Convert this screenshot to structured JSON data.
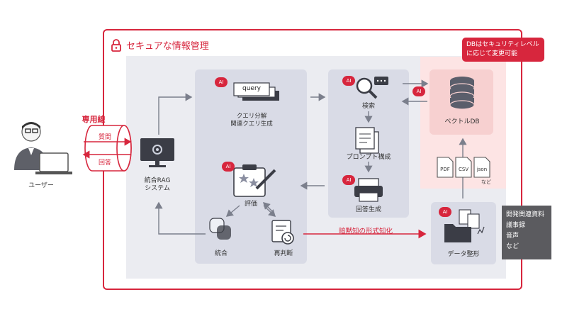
{
  "secure_zone": {
    "title": "セキュアな情報管理"
  },
  "db_callout": {
    "line1": "DBはセキュリティレベル",
    "line2": "に応じて変更可能"
  },
  "user": {
    "label": "ユーザー"
  },
  "dedicated_line": {
    "label": "専用線",
    "question": "質問",
    "answer": "回答"
  },
  "rag_system": {
    "line1": "統合RAG",
    "line2": "システム"
  },
  "query_block": {
    "query_text": "query",
    "line1": "クエリ分解",
    "line2": "関連クエリ生成"
  },
  "evaluation": {
    "label": "評価",
    "merge": "統合",
    "rejudge": "再判断"
  },
  "search_column": {
    "search": "検索",
    "prompt": "プロンプト構成",
    "answer_gen": "回答生成"
  },
  "vector_db": {
    "label": "ベクトルDB"
  },
  "files": {
    "pdf": "PDF",
    "csv": "CSV",
    "json": "json",
    "etc": "など"
  },
  "tacit_knowledge": {
    "label": "暗黙知の形式知化"
  },
  "data_shaping": {
    "label": "データ整形"
  },
  "sources": {
    "items": [
      "開発関連資料",
      "議事録",
      "音声",
      "など"
    ]
  },
  "ai_badge": "AI",
  "colors": {
    "accent": "#d7263d",
    "panel": "#e9eaf1",
    "inner_panel": "#d8dae6",
    "pink": "#fde3e3",
    "gray_box": "#5b5b5f"
  }
}
